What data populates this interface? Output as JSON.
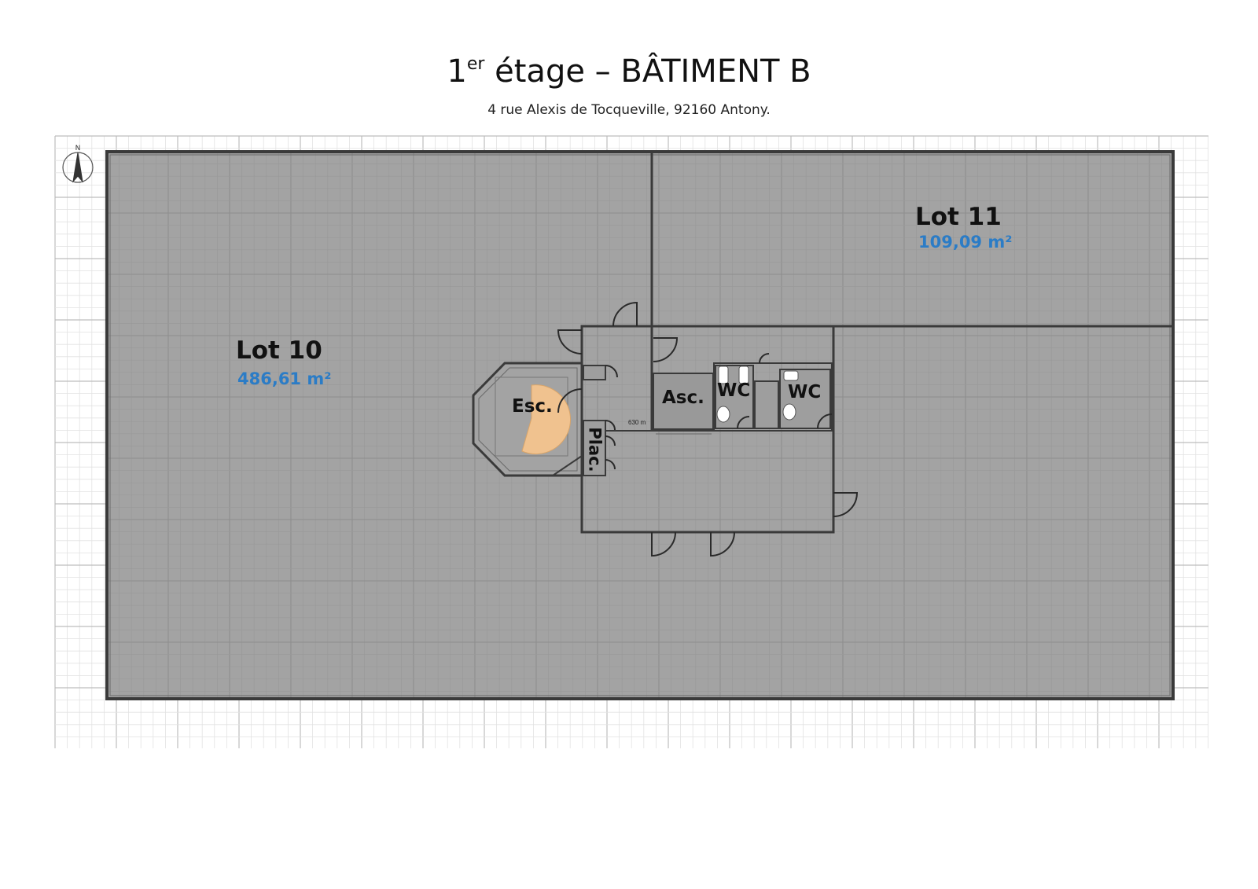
{
  "header": {
    "title_prefix": "1",
    "title_sup": "er",
    "title_rest": " étage – BÂTIMENT B",
    "address": "4 rue Alexis de Tocqueville, 92160 Antony."
  },
  "compass": {
    "label": "N"
  },
  "lots": [
    {
      "name": "Lot 10",
      "area": "486,61 m²"
    },
    {
      "name": "Lot 11",
      "area": "109,09 m²"
    }
  ],
  "rooms": {
    "stairs": "Esc.",
    "elevator": "Asc.",
    "wc_1": "WC",
    "wc_2": "WC",
    "closet": "Plac."
  },
  "annotations": {
    "dimension_text": "630 m"
  },
  "colors": {
    "floor": "#a3a3a3",
    "wall": "#3a3a3a",
    "stairs_fill": "#f0c28f",
    "area_text": "#2b7cc6"
  }
}
